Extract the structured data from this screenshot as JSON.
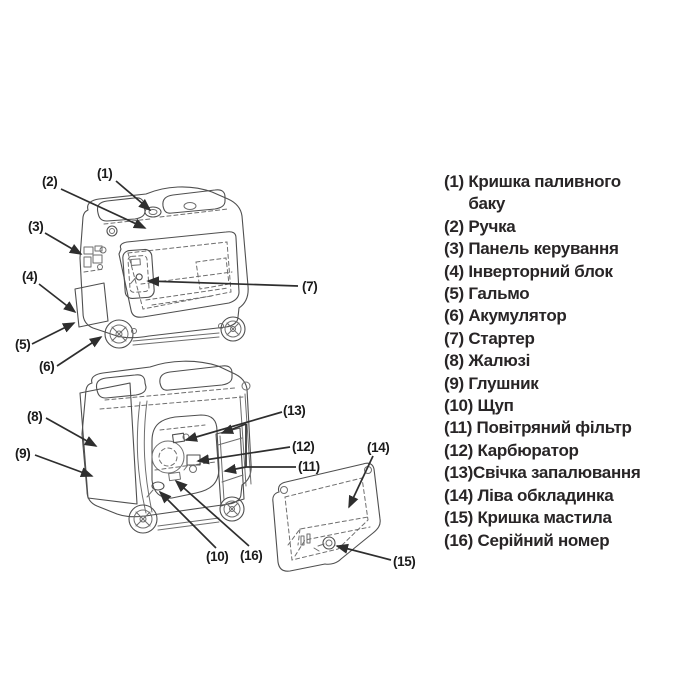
{
  "parts": [
    {
      "num": "(1) ",
      "label": "Кришка паливного\nбаку"
    },
    {
      "num": "(2) ",
      "label": "Ручка"
    },
    {
      "num": "(3) ",
      "label": "Панель керування"
    },
    {
      "num": "(4) ",
      "label": "Інверторний блок"
    },
    {
      "num": "(5) ",
      "label": "Гальмо"
    },
    {
      "num": "(6) ",
      "label": "Акумулятор"
    },
    {
      "num": "(7) ",
      "label": "Стартер"
    },
    {
      "num": "(8) ",
      "label": "Жалюзі"
    },
    {
      "num": "(9) ",
      "label": "Глушник"
    },
    {
      "num": "(10) ",
      "label": "Щуп"
    },
    {
      "num": "(11) ",
      "label": "Повітряний фільтр"
    },
    {
      "num": "(12) ",
      "label": "Карбюратор"
    },
    {
      "num": "(13)",
      "label": "Свічка запалювання"
    },
    {
      "num": "(14) ",
      "label": "Ліва обкладинка"
    },
    {
      "num": "(15) ",
      "label": "Кришка мастила"
    },
    {
      "num": "(16) ",
      "label": "Серійний номер"
    }
  ],
  "callouts": [
    "(1)",
    "(2)",
    "(3)",
    "(4)",
    "(5)",
    "(6)",
    "(7)",
    "(8)",
    "(9)",
    "(10)",
    "(11)",
    "(12)",
    "(13)",
    "(14)",
    "(15)",
    "(16)"
  ],
  "colors": {
    "background": "#ffffff",
    "text": "#282526",
    "line_art": "#4f4f4f",
    "leader_lines": "#2e2e2e"
  }
}
